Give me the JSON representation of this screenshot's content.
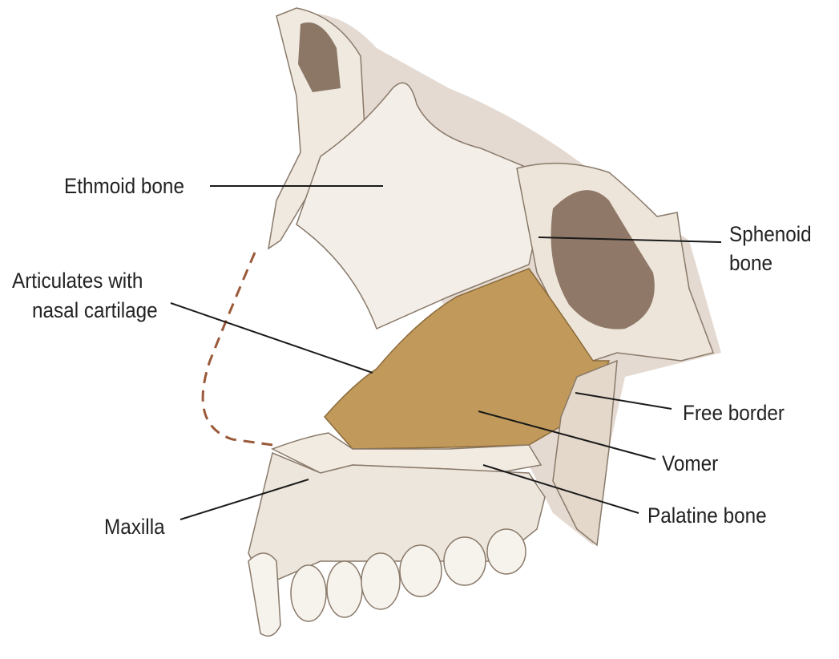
{
  "labels": {
    "ethmoid": "Ethmoid bone",
    "sphenoid_1": "Sphenoid",
    "sphenoid_2": "bone",
    "articulates_1": "Articulates with",
    "articulates_2": "nasal cartilage",
    "free_border": "Free border",
    "vomer": "Vomer",
    "palatine": "Palatine bone",
    "maxilla": "Maxilla"
  },
  "colors": {
    "vomer": "#c19a5b",
    "bone": "#efe9df",
    "shadow": "#b9a796",
    "line": "#1a1a1a"
  }
}
